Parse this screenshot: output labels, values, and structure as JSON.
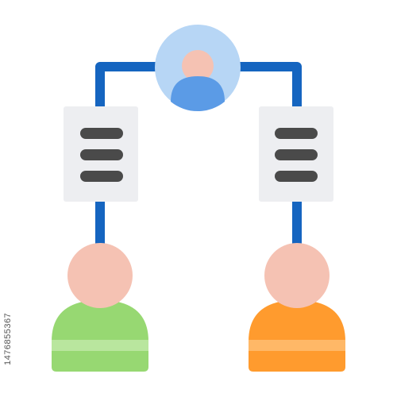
{
  "icon": {
    "name": "team-workflow-icon",
    "colors": {
      "connector": "#1565C0",
      "top_avatar_bg": "#B7D6F5",
      "top_avatar_body": "#5B9BE6",
      "skin": "#F5C2B3",
      "document_bg": "#EDEEF1",
      "document_lines": "#4A4A4A",
      "left_person_body": "#97D872",
      "left_person_stripe": "#B9E69E",
      "right_person_body": "#FF9B2E",
      "right_person_stripe": "#FFB867"
    },
    "parts": {
      "top_person": "user-avatar-circle",
      "left_document": "document-with-lines",
      "right_document": "document-with-lines",
      "left_person": "person-green",
      "right_person": "person-orange"
    }
  },
  "watermark": {
    "vertical_id": "1476855367"
  }
}
